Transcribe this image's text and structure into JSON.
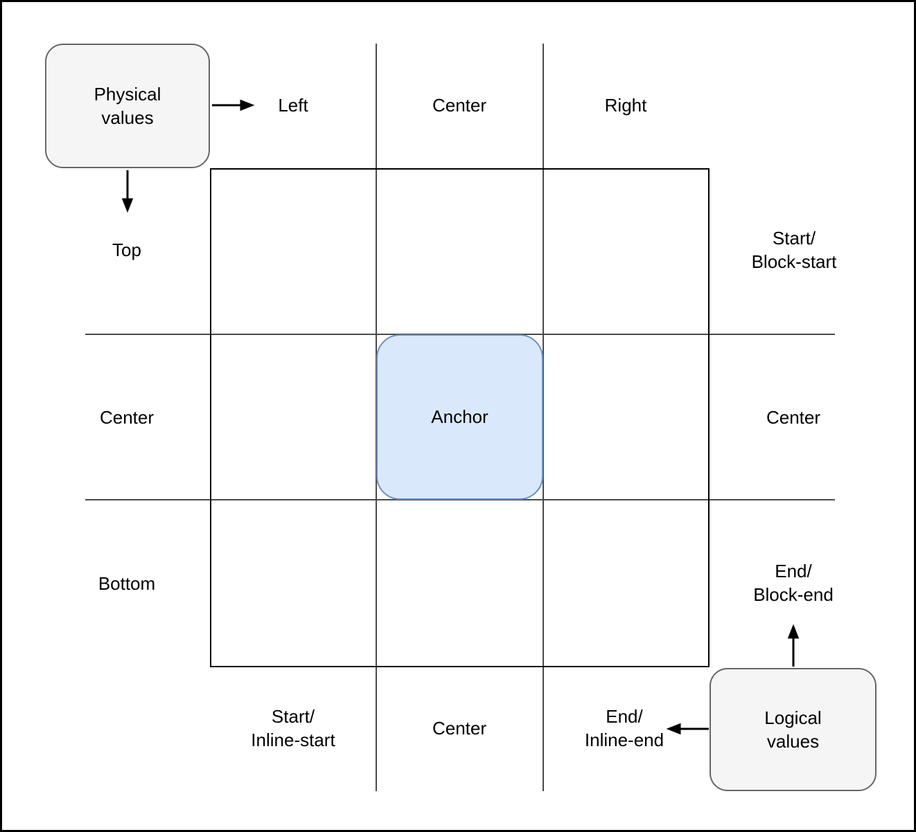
{
  "boxes": {
    "physical_values": {
      "line1": "Physical",
      "line2": "values"
    },
    "logical_values": {
      "line1": "Logical",
      "line2": "values"
    },
    "anchor": {
      "label": "Anchor"
    }
  },
  "labels": {
    "top_row": [
      "Left",
      "Center",
      "Right"
    ],
    "left_col": [
      "Top",
      "Center",
      "Bottom"
    ],
    "right_col": [
      [
        "Start/",
        "Block-start"
      ],
      [
        "Center"
      ],
      [
        "End/",
        "Block-end"
      ]
    ],
    "bottom_row": [
      [
        "Start/",
        "Inline-start"
      ],
      [
        "Center"
      ],
      [
        "End/",
        "Inline-end"
      ]
    ]
  },
  "colors": {
    "anchor_fill": "#dae8fc",
    "anchor_border": "#6c8ebf",
    "value_box_fill": "#f5f5f5",
    "value_box_border": "#666666",
    "grid_line": "#4a4a4a",
    "square_border": "#000000",
    "arrow": "#000000",
    "text": "#000000",
    "background": "#ffffff"
  }
}
